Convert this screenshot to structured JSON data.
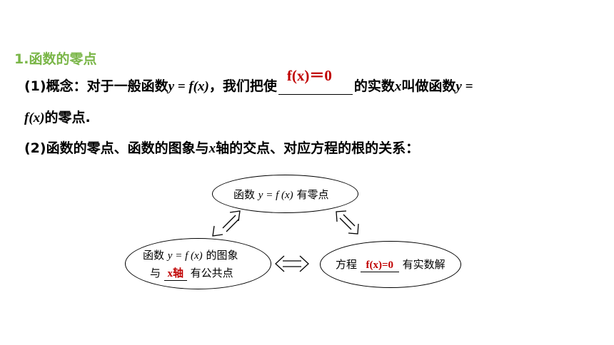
{
  "section": {
    "heading": "1.函数的零点"
  },
  "concept": {
    "label": "(1)概念：对于一般函数",
    "func": "y = f(x)",
    "mid": "，我们把使",
    "answer": "f(x)＝0",
    "after": "的实数",
    "var": "x",
    "tail": "叫做函数",
    "func2": "y =",
    "line2_func": "f(x)",
    "line2_tail": "的零点."
  },
  "relation": {
    "label_a": "(2)函数的零点、函数的图象与",
    "var": "x",
    "label_b": "轴的交点、对应方程的根的关系："
  },
  "diagram": {
    "top_prefix": "函数",
    "top_func": "y = f (x)",
    "top_suffix": "有零点",
    "left_prefix": "函数",
    "left_func": "y = f (x)",
    "left_suffix": "的图象",
    "left_line2_a": "与",
    "left_answer": "x轴",
    "left_line2_b": "有公共点",
    "right_prefix": "方程",
    "right_answer": "f(x)=0",
    "right_suffix": "有实数解",
    "arrow_color": "#000000",
    "answer_color": "#c00000"
  }
}
